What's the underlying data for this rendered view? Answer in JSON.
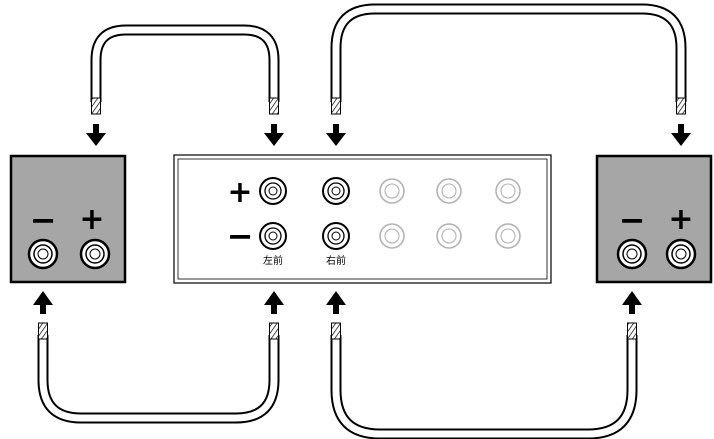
{
  "speakers": [
    {
      "id": "left",
      "minus": "−",
      "plus": "+",
      "fill": "#a6a6a6"
    },
    {
      "id": "right",
      "minus": "−",
      "plus": "+",
      "fill": "#a6a6a6"
    }
  ],
  "amp_panel": {
    "plus": "+",
    "minus": "−",
    "labels": {
      "front_left": "左前",
      "front_right": "右前"
    }
  },
  "colors": {
    "outline": "#000000",
    "speaker_fill": "#a6a6a6",
    "inactive_terminal": "#b3b3b3",
    "wire": "#000000"
  }
}
